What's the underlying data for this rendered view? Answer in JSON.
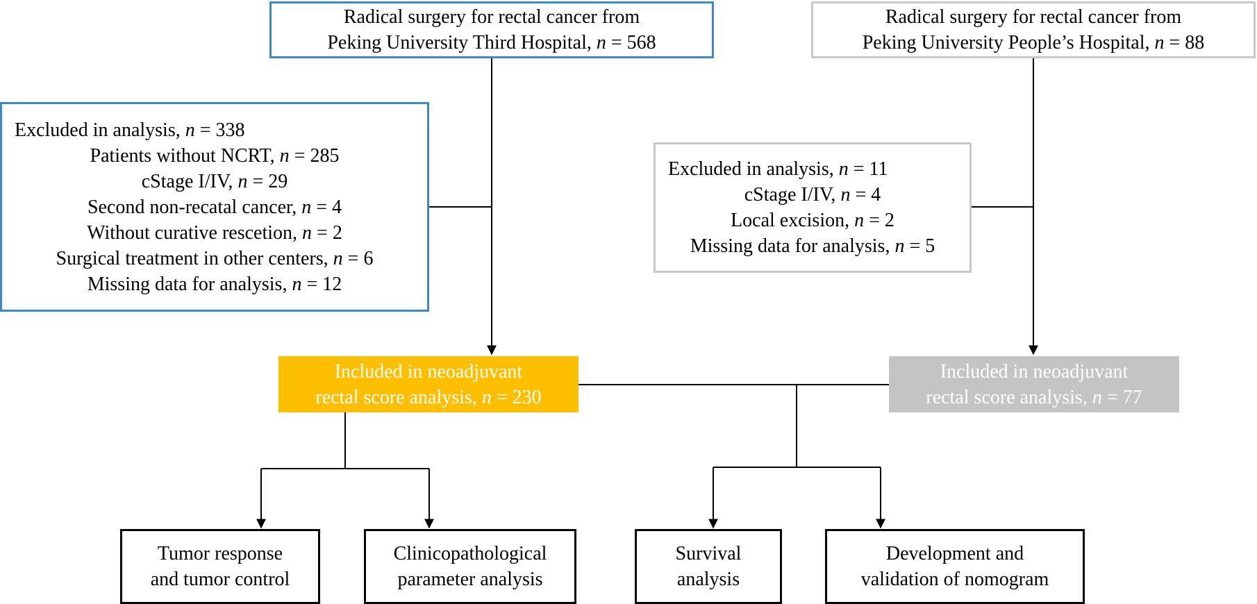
{
  "top_left": {
    "line1": "Radical surgery for rectal cancer from",
    "line2_prefix": "Peking University Third Hospital, ",
    "n_symbol": "n",
    "line2_suffix": " = 568"
  },
  "top_right": {
    "line1": "Radical surgery for rectal cancer from",
    "line2_prefix": "Peking University People’s Hospital, ",
    "n_symbol": "n",
    "line2_suffix": " = 88"
  },
  "exclusion_left": {
    "items": [
      {
        "prefix": "Excluded in analysis, ",
        "n": "n",
        "suffix": " = 338"
      },
      {
        "prefix": "Patients without NCRT, ",
        "n": "n",
        "suffix": " = 285"
      },
      {
        "prefix": "cStage I/IV, ",
        "n": "n",
        "suffix": " = 29"
      },
      {
        "prefix": "Second non-recatal cancer, ",
        "n": "n",
        "suffix": " = 4"
      },
      {
        "prefix": "Without curative rescetion, ",
        "n": "n",
        "suffix": " = 2"
      },
      {
        "prefix": "Surgical treatment in other centers, ",
        "n": "n",
        "suffix": " = 6"
      },
      {
        "prefix": "Missing data for analysis, ",
        "n": "n",
        "suffix": " = 12"
      }
    ]
  },
  "exclusion_right": {
    "items": [
      {
        "prefix": "Excluded in analysis, ",
        "n": "n",
        "suffix": " = 11"
      },
      {
        "prefix": "cStage I/IV, ",
        "n": "n",
        "suffix": " = 4"
      },
      {
        "prefix": "Local excision, ",
        "n": "n",
        "suffix": " = 2"
      },
      {
        "prefix": "Missing data for analysis, ",
        "n": "n",
        "suffix": " = 5"
      }
    ]
  },
  "included_left": {
    "line1": "Included in neoadjuvant",
    "line2_prefix": "rectal score analysis, ",
    "n_symbol": "n",
    "line2_suffix": " = 230"
  },
  "included_right": {
    "line1": "Included in neoadjuvant",
    "line2_prefix": "rectal score analysis, ",
    "n_symbol": "n",
    "line2_suffix": " = 77"
  },
  "outcomes": {
    "tumor": {
      "line1": "Tumor response",
      "line2": "and tumor control"
    },
    "clinico": {
      "line1": "Clinicopathological",
      "line2": "parameter analysis"
    },
    "survival": {
      "line1": "Survival",
      "line2": "analysis"
    },
    "nomogram": {
      "line1": "Development and",
      "line2": "validation of nomogram"
    }
  },
  "colors": {
    "blue_border": "#3b8ac4",
    "grey_border": "#c8c8c8",
    "yellow_fill": "#fdbf00",
    "grey_fill": "#c4c4c4"
  }
}
